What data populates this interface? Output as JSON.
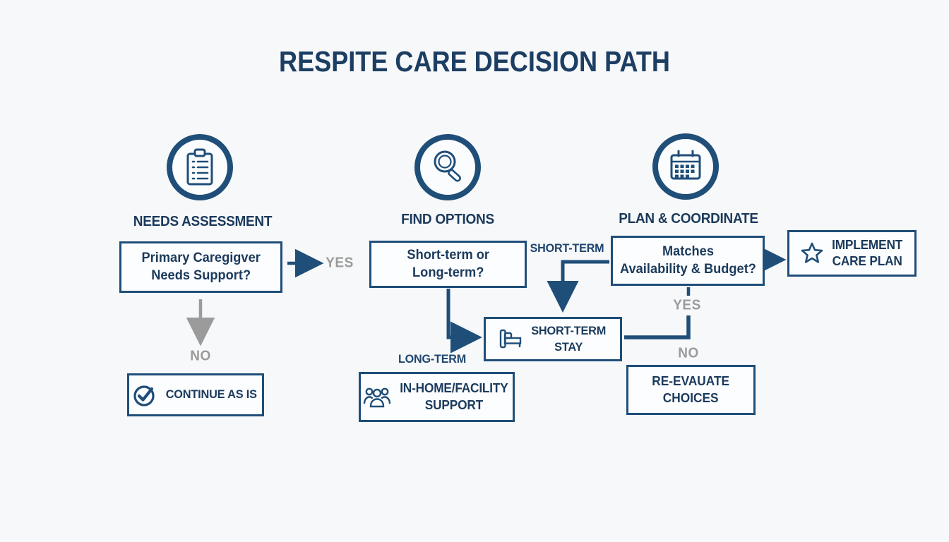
{
  "title": "RESPITE CARE DECISION PATH",
  "colors": {
    "navy_line": "#1f4e79",
    "navy_text": "#1b3a5c",
    "gray_label": "#9b9b9b",
    "background": "#f7f8f9",
    "box_background": "#fcfdfe"
  },
  "stages": [
    {
      "label": "NEEDS ASSESSMENT",
      "icon": "clipboard-icon"
    },
    {
      "label": "FIND OPTIONS",
      "icon": "magnifier-icon"
    },
    {
      "label": "PLAN & COORDINATE",
      "icon": "calendar-icon"
    }
  ],
  "nodes": {
    "primary": {
      "line1": "Primary Caregigver",
      "line2": "Needs Support?"
    },
    "continue": {
      "label": "CONTINUE AS IS",
      "icon": "check-circle-icon"
    },
    "duration": {
      "line1": "Short-term or",
      "line2": "Long-term?"
    },
    "short_stay": {
      "line1": "SHORT-TERM",
      "line2": "STAY",
      "icon": "bed-icon"
    },
    "in_home": {
      "line1": "IN-HOME/FACILITY",
      "line2": "SUPPORT",
      "icon": "people-icon"
    },
    "matches": {
      "line1": "Matches",
      "line2": "Availability & Budget?"
    },
    "implement": {
      "line1": "IMPLEMENT",
      "line2": "CARE PLAN",
      "icon": "star-icon"
    },
    "reevaluate": {
      "line1": "RE-EVAUATE",
      "line2": "CHOICES"
    }
  },
  "edges": {
    "yes1": "YES",
    "no1": "NO",
    "short_term": "SHORT-TERM",
    "long_term": "LONG-TERM",
    "yes2": "YES",
    "no2": "NO"
  }
}
